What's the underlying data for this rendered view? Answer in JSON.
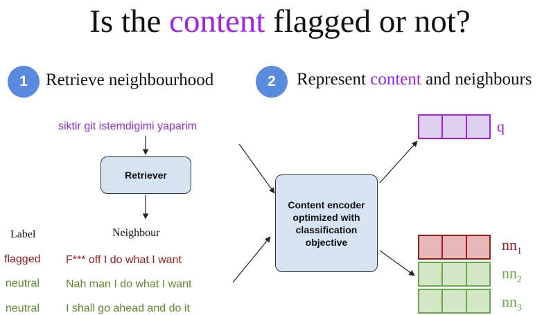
{
  "title": {
    "part1": "Is the ",
    "highlight": "content",
    "part2": " flagged or not?"
  },
  "steps": [
    {
      "number": "1",
      "label": "Retrieve neighbourhood"
    },
    {
      "number": "2",
      "label_before": "Represent ",
      "label_highlight": "content",
      "label_after": " and neighbours"
    }
  ],
  "query_text": "siktir git istemdigimi yaparim",
  "retriever_label": "Retriever",
  "encoder_label": "Content encoder optimized with classification objective",
  "table": {
    "label_header": "Label",
    "neighbour_header": "Neighbour",
    "rows": [
      {
        "label": "flagged",
        "text": "F*** off I do what I want"
      },
      {
        "label": "neutral",
        "text": "Nah man I do what I want"
      },
      {
        "label": "neutral",
        "text": "I shall go ahead and do it"
      }
    ]
  },
  "vectors": [
    {
      "name": "q",
      "sub": ""
    },
    {
      "name": "nn",
      "sub": "1"
    },
    {
      "name": "nn",
      "sub": "2"
    },
    {
      "name": "nn",
      "sub": "3"
    }
  ],
  "colors": {
    "accent": "#a020f0",
    "badge": "#5b8be0",
    "box_fill": "#d6e3f3",
    "flagged": "#9b1a1a",
    "neutral": "#5a8a2a",
    "neighbour_vector": "#6aa64a"
  }
}
